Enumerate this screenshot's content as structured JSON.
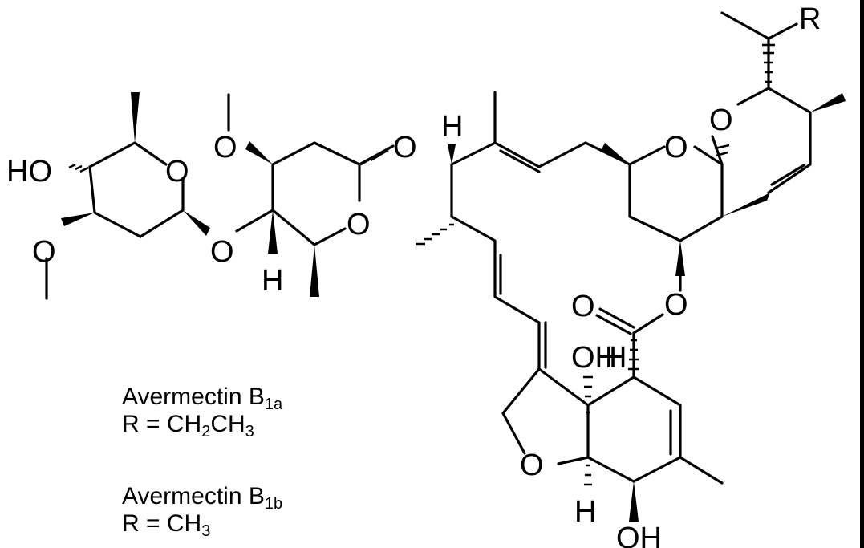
{
  "compounds": [
    {
      "name_main": "Avermectin B",
      "name_sub": "1a",
      "r_prefix": "R = CH",
      "r_sub1": "2",
      "r_mid": "CH",
      "r_sub2": "3"
    },
    {
      "name_main": "Avermectin B",
      "name_sub": "1b",
      "r_prefix": "R = CH",
      "r_sub1": "3"
    }
  ],
  "atom_labels": {
    "r": "R",
    "o": "O",
    "h": "H",
    "ho": "HO",
    "oh": "OH"
  }
}
